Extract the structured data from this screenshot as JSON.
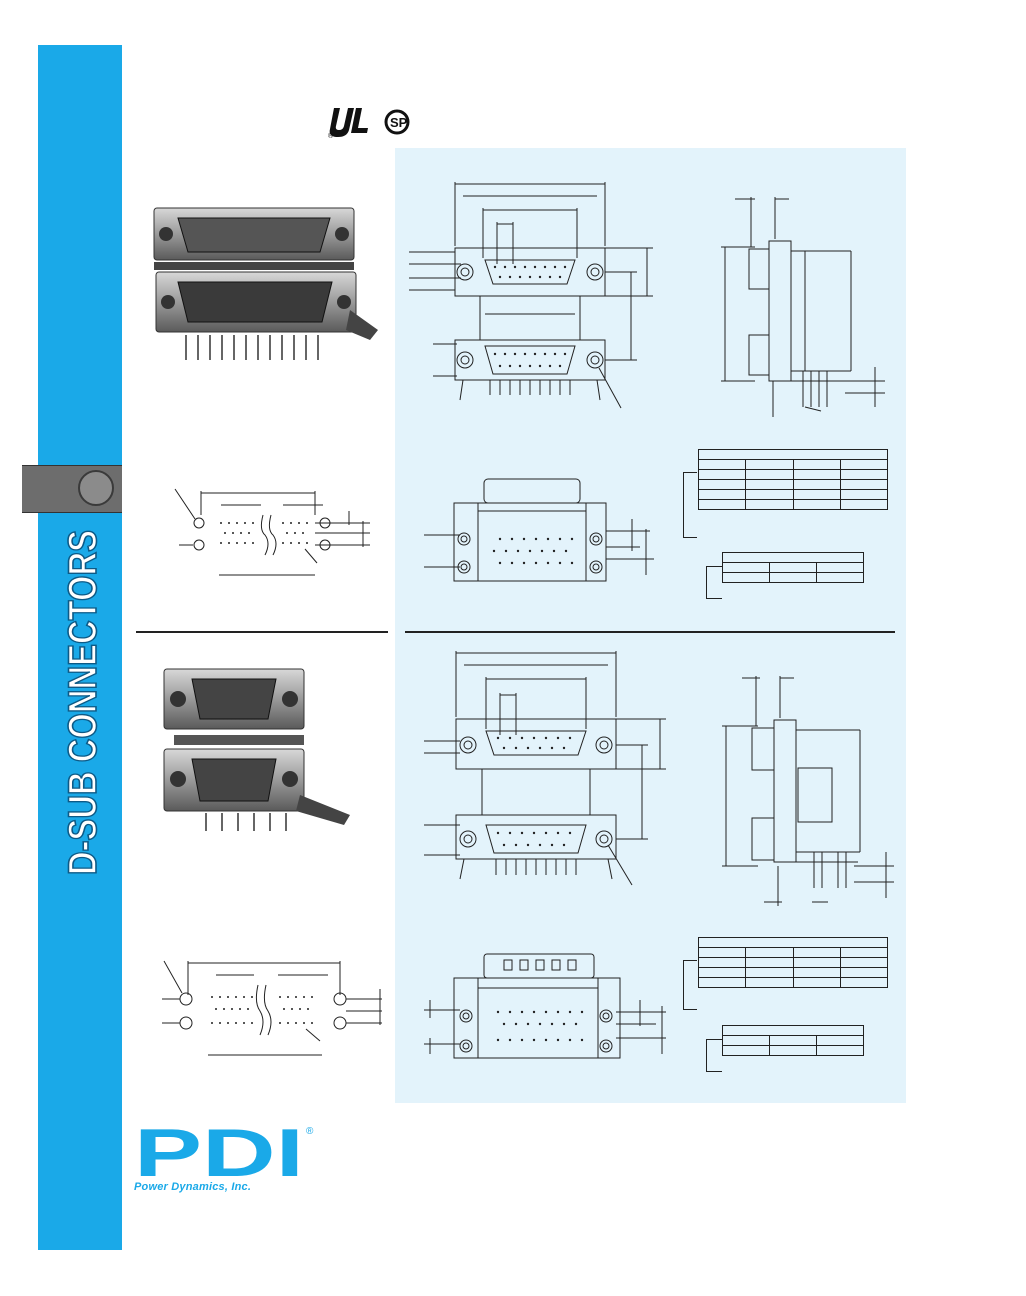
{
  "sidebar": {
    "title": "D-SUB CONNECTORS",
    "color": "#1aa9e8"
  },
  "panel": {
    "color": "#e3f3fb"
  },
  "certifications": {
    "ul_icon": "ul-recognized-mark-icon",
    "csa_icon": "csa-mark-icon",
    "registered": "®"
  },
  "brand": {
    "logo": "PDI",
    "registered": "®",
    "company": "Power Dynamics, Inc.",
    "color": "#1aa9e8"
  }
}
